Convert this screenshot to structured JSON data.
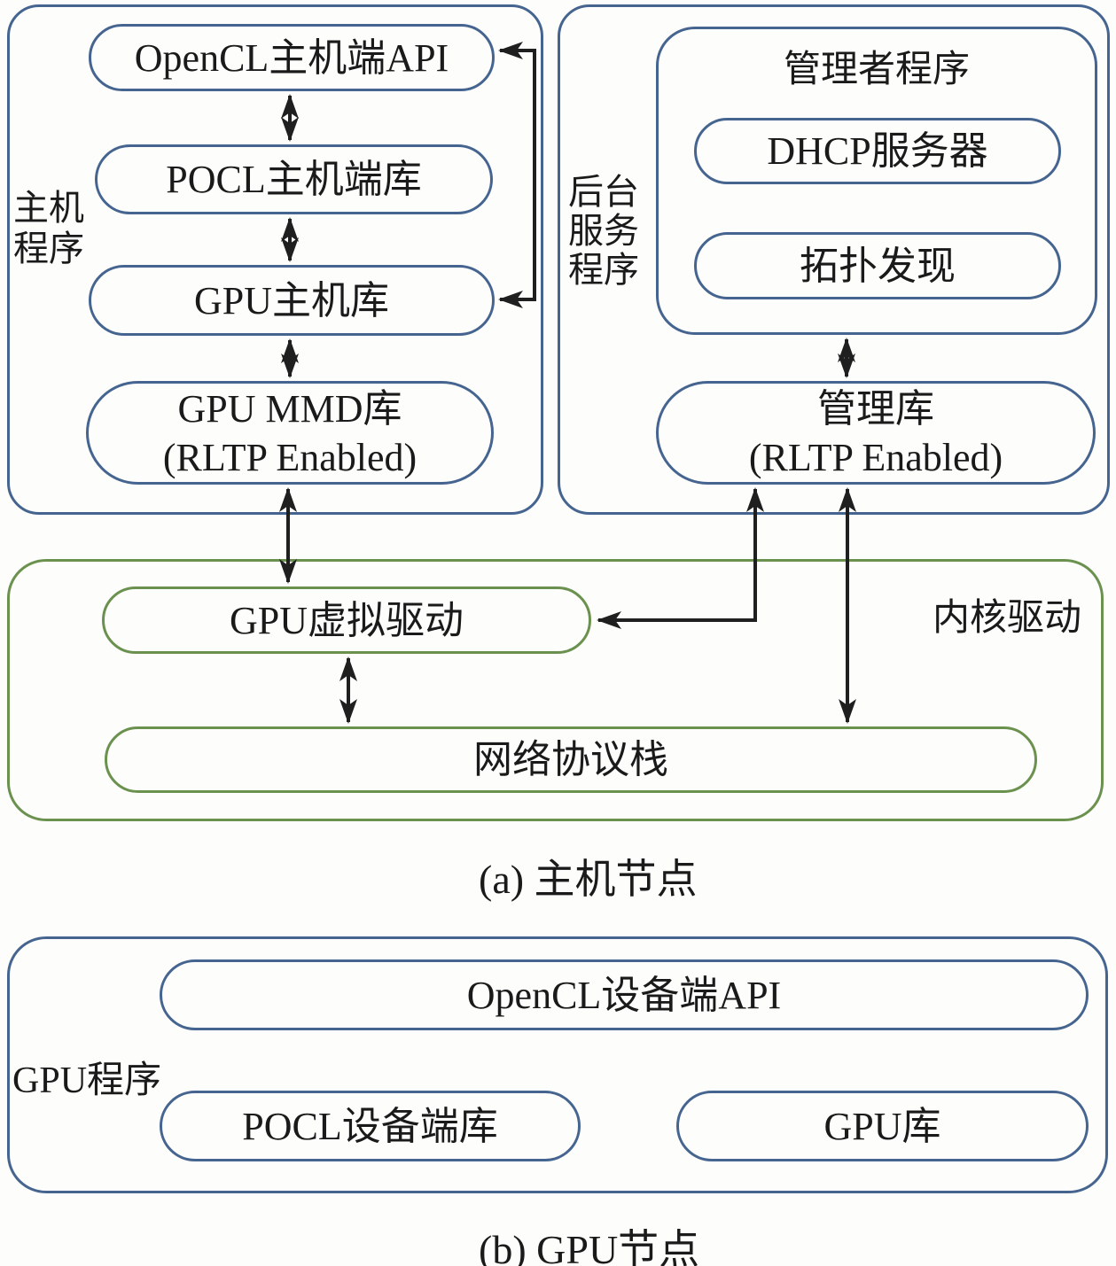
{
  "colors": {
    "box_blue": "#456590",
    "box_green": "#6b914f",
    "arrow_black": "#1f1f1f",
    "text": "#1a1a1a",
    "background": "#fdfdfb"
  },
  "host_node": {
    "caption": "(a) 主机节点",
    "host_program": {
      "label": "主机程序",
      "opencl_host_api": "OpenCL主机端API",
      "pocl_host_lib": "POCL主机端库",
      "gpu_host_lib": "GPU主机库",
      "gpu_mmd_lib": {
        "line1": "GPU MMD库",
        "line2": "(RLTP Enabled)"
      }
    },
    "backend_service": {
      "label": "后台服务程序",
      "manager_program": {
        "title": "管理者程序",
        "dhcp_server": "DHCP服务器",
        "topology_discovery": "拓扑发现"
      },
      "mgmt_lib": {
        "line1": "管理库",
        "line2": "(RLTP Enabled)"
      }
    },
    "kernel_driver": {
      "label": "内核驱动",
      "gpu_virtual_driver": "GPU虚拟驱动",
      "network_stack": "网络协议栈"
    }
  },
  "gpu_node": {
    "caption": "(b) GPU节点",
    "gpu_program": {
      "label": "GPU程序",
      "opencl_device_api": "OpenCL设备端API",
      "pocl_device_lib": "POCL设备端库",
      "gpu_lib": "GPU库"
    }
  },
  "edges": [
    {
      "from": "OpenCL主机端API",
      "to": "POCL主机端库",
      "type": "bidirectional"
    },
    {
      "from": "POCL主机端库",
      "to": "GPU主机库",
      "type": "bidirectional"
    },
    {
      "from": "GPU主机库",
      "to": "GPU MMD库 (RLTP Enabled)",
      "type": "bidirectional"
    },
    {
      "from": "GPU MMD库 (RLTP Enabled)",
      "to": "GPU虚拟驱动",
      "type": "bidirectional"
    },
    {
      "from": "管理者程序",
      "to": "管理库 (RLTP Enabled)",
      "type": "bidirectional"
    },
    {
      "from": "管理库 (RLTP Enabled)",
      "to": "GPU虚拟驱动",
      "type": "bidirectional-elbow"
    },
    {
      "from": "管理库 (RLTP Enabled)",
      "to": "网络协议栈",
      "type": "bidirectional"
    },
    {
      "from": "GPU虚拟驱动",
      "to": "网络协议栈",
      "type": "bidirectional"
    },
    {
      "from": "GPU主机库/OpenCL主机端API",
      "to": "bracket",
      "type": "bracket-into-both"
    },
    {
      "from": "OpenCL设备端API",
      "to": "POCL设备端库",
      "type": "bidirectional"
    },
    {
      "from": "OpenCL设备端API",
      "to": "GPU库",
      "type": "bidirectional"
    }
  ]
}
